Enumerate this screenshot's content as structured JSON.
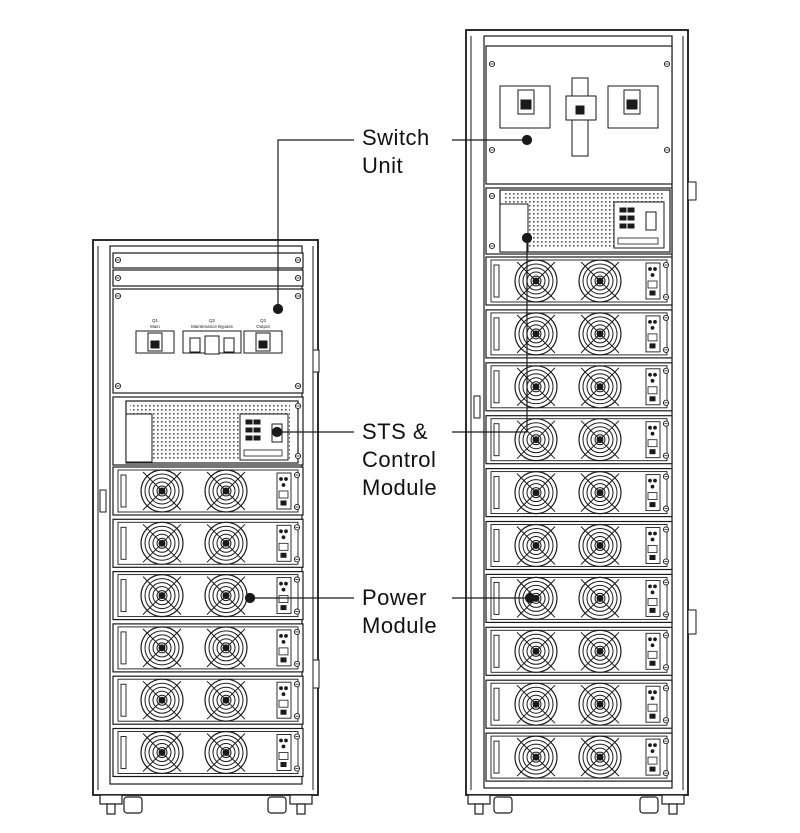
{
  "callouts": {
    "switch_unit": {
      "line1": "Switch",
      "line2": "Unit"
    },
    "sts_control": {
      "line1": "STS &",
      "line2": "Control",
      "line3": "Module"
    },
    "power_module": {
      "line1": "Power",
      "line2": "Module"
    }
  },
  "switch_labels": {
    "q1": "Q1",
    "q1_sub": "Main",
    "q2": "Q2",
    "q2_sub": "Maintenance Bypass",
    "q3": "Q3",
    "q3_sub": "Output"
  },
  "colors": {
    "line": "#1a1a1a",
    "background": "#ffffff"
  },
  "cabinets": {
    "small": {
      "power_modules": 6
    },
    "large": {
      "power_modules": 10
    }
  }
}
